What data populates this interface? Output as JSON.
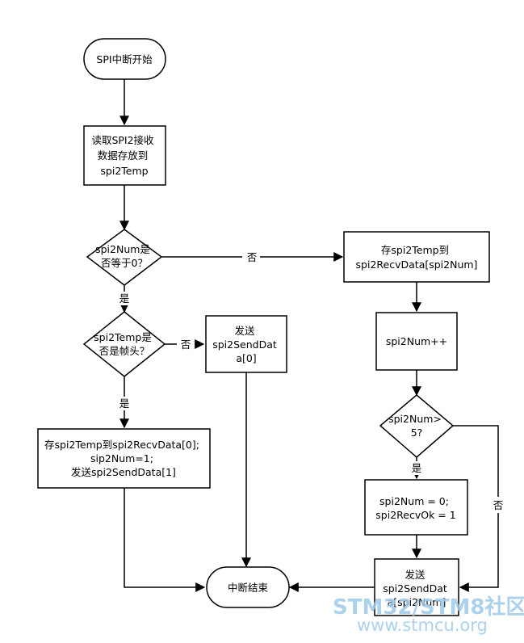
{
  "nodes": {
    "start": {
      "lines": [
        "SPI中断开始"
      ]
    },
    "read": {
      "lines": [
        "读取SPI2接收",
        "数据存放到",
        "spi2Temp"
      ]
    },
    "check_num": {
      "lines": [
        "spi2Num是",
        "否等于0？"
      ]
    },
    "store_recv": {
      "lines": [
        "存spi2Temp到",
        "spi2RecvData[spi2Num]"
      ]
    },
    "check_temp": {
      "lines": [
        "spi2Temp是",
        "否是帧头？"
      ]
    },
    "send0": {
      "lines": [
        "发送",
        "spi2SendDat",
        "a[0]"
      ]
    },
    "inc": {
      "lines": [
        "spi2Num++"
      ]
    },
    "check_gt5": {
      "lines": [
        "spi2Num>",
        "5?"
      ]
    },
    "store_first": {
      "lines": [
        "存spi2Temp到spi2RecvData[0];",
        "sip2Num=1;",
        "发送spi2SendData[1]"
      ]
    },
    "reset": {
      "lines": [
        "spi2Num = 0;",
        "spi2RecvOk = 1"
      ]
    },
    "send_num": {
      "lines": [
        "发送",
        "spi2SendDat",
        "a[spi2Num]"
      ]
    },
    "end": {
      "lines": [
        "中断结束"
      ]
    }
  },
  "edge_labels": {
    "num_no": "否",
    "num_yes": "是",
    "temp_no": "否",
    "temp_yes": "是",
    "gt5_yes": "是",
    "gt5_no": "否"
  },
  "watermark": {
    "line1": "STM32/STM8社区",
    "line2": "www.stmcu.org"
  },
  "colors": {
    "stroke": "#000000",
    "fill": "#ffffff",
    "watermark": "#9ecae8"
  }
}
